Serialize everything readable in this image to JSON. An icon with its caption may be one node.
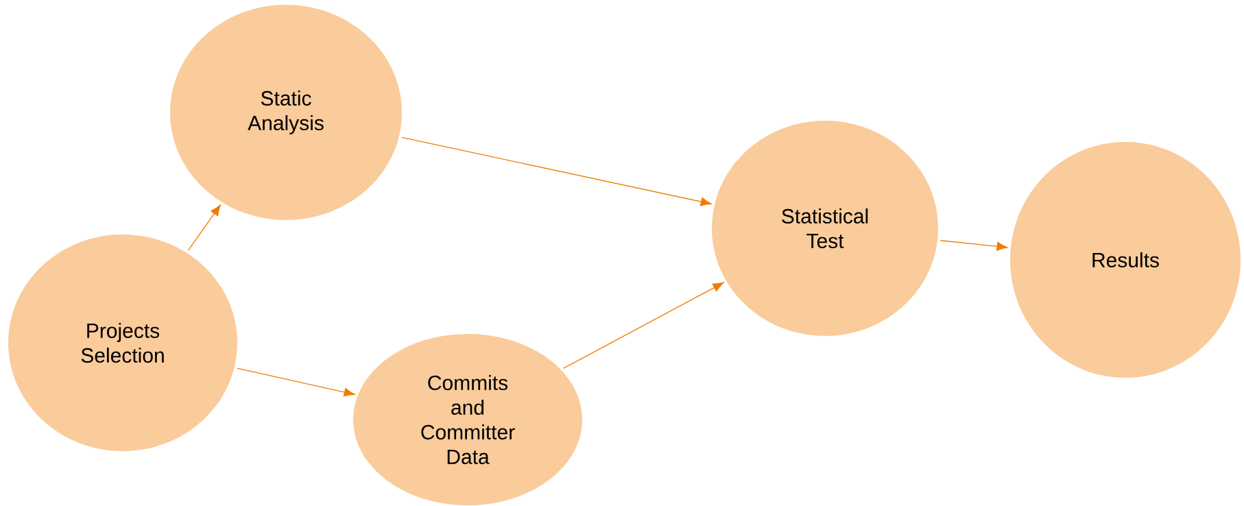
{
  "diagram": {
    "nodes": [
      {
        "text": [
          "Projects Selection"
        ]
      },
      {
        "text": [
          "Static Analysis"
        ]
      },
      {
        "text": [
          "Commits and Committer Data"
        ]
      },
      {
        "text": [
          "Statistical Test"
        ]
      },
      {
        "text": [
          "Results"
        ]
      }
    ],
    "edges": [
      {
        "from": 0,
        "to": 1,
        "arrow": "to"
      },
      {
        "from": 0,
        "to": 2,
        "arrow": "to"
      },
      {
        "from": 1,
        "to": 3,
        "arrow": "to"
      },
      {
        "from": 2,
        "to": 3,
        "arrow": "to"
      },
      {
        "from": 3,
        "to": 4,
        "arrow": "to"
      }
    ]
  }
}
